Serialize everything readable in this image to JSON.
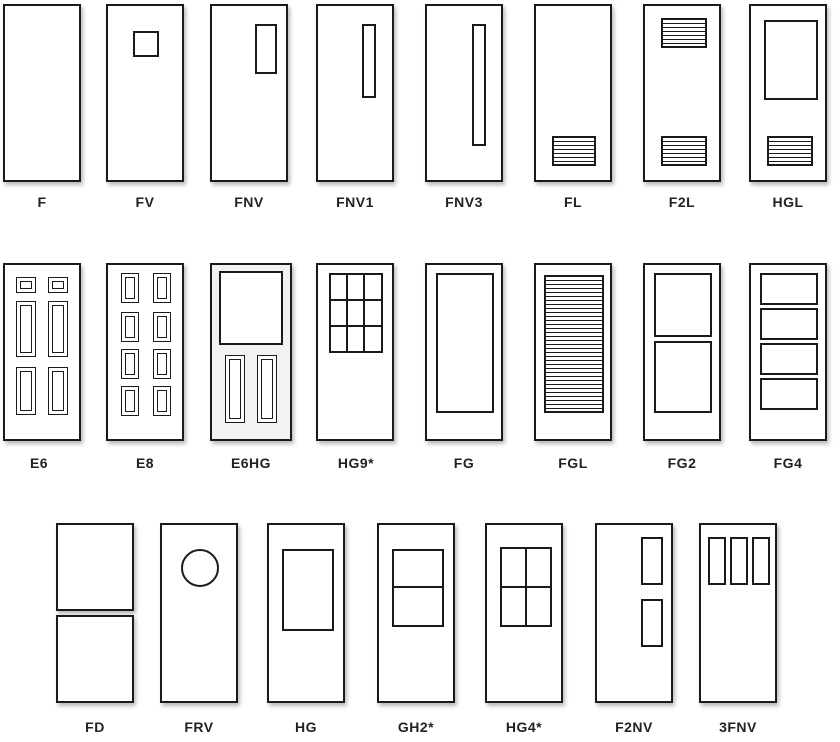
{
  "doors": [
    {
      "id": "F",
      "label": "F"
    },
    {
      "id": "FV",
      "label": "FV"
    },
    {
      "id": "FNV",
      "label": "FNV"
    },
    {
      "id": "FNV1",
      "label": "FNV1"
    },
    {
      "id": "FNV3",
      "label": "FNV3"
    },
    {
      "id": "FL",
      "label": "FL"
    },
    {
      "id": "F2L",
      "label": "F2L"
    },
    {
      "id": "HGL",
      "label": "HGL"
    },
    {
      "id": "E6",
      "label": "E6"
    },
    {
      "id": "E8",
      "label": "E8"
    },
    {
      "id": "E6HG",
      "label": "E6HG"
    },
    {
      "id": "HG9",
      "label": "HG9*"
    },
    {
      "id": "FG",
      "label": "FG"
    },
    {
      "id": "FGL",
      "label": "FGL"
    },
    {
      "id": "FG2",
      "label": "FG2"
    },
    {
      "id": "FG4",
      "label": "FG4"
    },
    {
      "id": "FD",
      "label": "FD"
    },
    {
      "id": "FRV",
      "label": "FRV"
    },
    {
      "id": "HG",
      "label": "HG"
    },
    {
      "id": "GH2",
      "label": "GH2*"
    },
    {
      "id": "HG4",
      "label": "HG4*"
    },
    {
      "id": "F2NV",
      "label": "F2NV"
    },
    {
      "id": "3FNV",
      "label": "3FNV"
    }
  ]
}
